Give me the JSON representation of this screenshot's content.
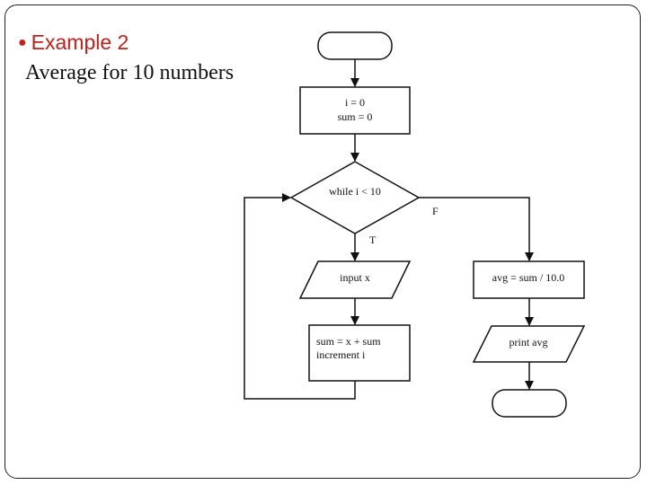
{
  "slide": {
    "bullet_title": "Example 2",
    "subtitle": "Average for 10 numbers"
  },
  "flowchart": {
    "start_terminal": "",
    "init": [
      "i  =  0",
      "sum  =  0"
    ],
    "decision": "while i < 10",
    "label_false": "F",
    "label_true": "T",
    "input": "input x",
    "loop_body": [
      "sum = x + sum",
      "increment i"
    ],
    "compute_avg": "avg  = sum / 10.0",
    "print_avg": "print avg",
    "end_terminal": ""
  }
}
